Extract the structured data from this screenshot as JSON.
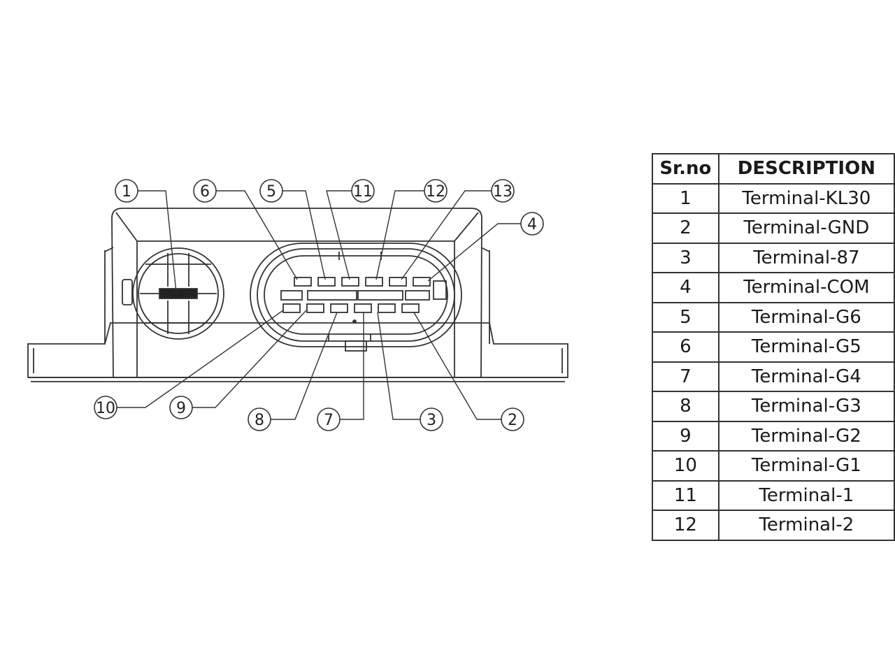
{
  "callouts": [
    {
      "label": "1"
    },
    {
      "label": "6"
    },
    {
      "label": "5"
    },
    {
      "label": "11"
    },
    {
      "label": "12"
    },
    {
      "label": "13"
    },
    {
      "label": "4"
    },
    {
      "label": "10"
    },
    {
      "label": "9"
    },
    {
      "label": "8"
    },
    {
      "label": "7"
    },
    {
      "label": "3"
    },
    {
      "label": "2"
    }
  ],
  "table": {
    "headers": [
      "Sr.no",
      "DESCRIPTION"
    ],
    "rows": [
      {
        "no": "1",
        "desc": "Terminal-KL30"
      },
      {
        "no": "2",
        "desc": "Terminal-GND"
      },
      {
        "no": "3",
        "desc": "Terminal-87"
      },
      {
        "no": "4",
        "desc": "Terminal-COM"
      },
      {
        "no": "5",
        "desc": "Terminal-G6"
      },
      {
        "no": "6",
        "desc": "Terminal-G5"
      },
      {
        "no": "7",
        "desc": "Terminal-G4"
      },
      {
        "no": "8",
        "desc": "Terminal-G3"
      },
      {
        "no": "9",
        "desc": "Terminal-G2"
      },
      {
        "no": "10",
        "desc": "Terminal-G1"
      },
      {
        "no": "11",
        "desc": "Terminal-1"
      },
      {
        "no": "12",
        "desc": "Terminal-2"
      }
    ]
  }
}
